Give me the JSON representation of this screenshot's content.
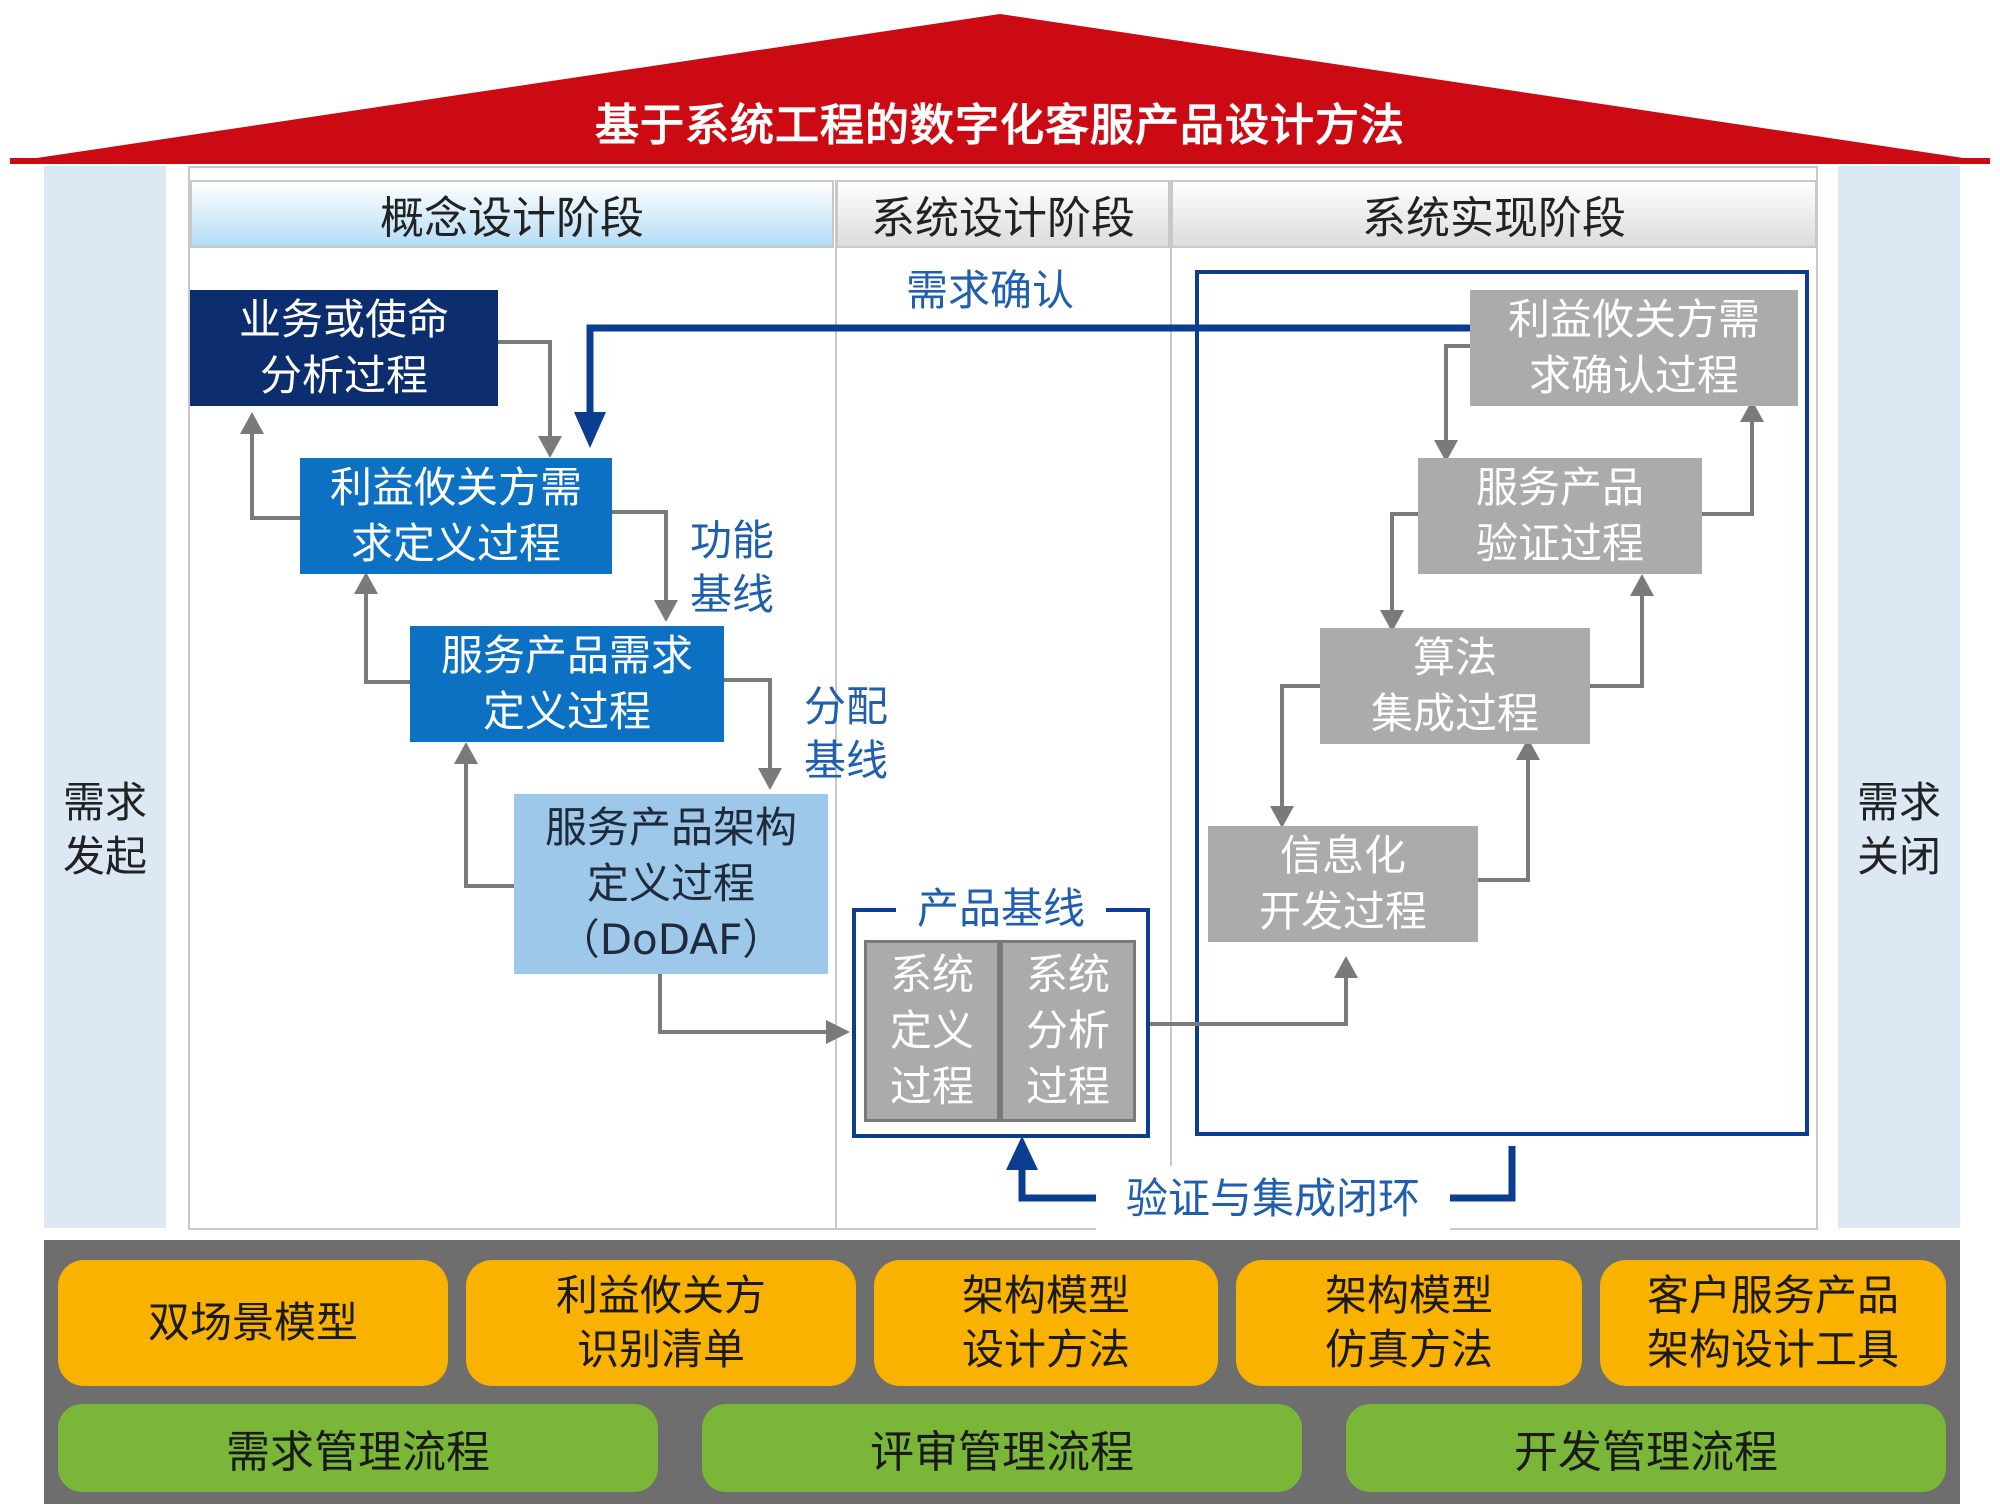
{
  "title": "基于系统工程的数字化客服产品设计方法",
  "side_left": [
    "需求",
    "发起"
  ],
  "side_right": [
    "需求",
    "关闭"
  ],
  "stages": {
    "concept": "概念设计阶段",
    "system": "系统设计阶段",
    "realize": "系统实现阶段"
  },
  "boxes": {
    "business": [
      "业务或使命",
      "分析过程"
    ],
    "stakeholder_def": [
      "利益攸关方需",
      "求定义过程"
    ],
    "product_req": [
      "服务产品需求",
      "定义过程"
    ],
    "arch_def": [
      "服务产品架构",
      "定义过程",
      "（DoDAF）"
    ],
    "sys_def": [
      "系统",
      "定义",
      "过程"
    ],
    "sys_analysis": [
      "系统",
      "分析",
      "过程"
    ],
    "stakeholder_confirm": [
      "利益攸关方需",
      "求确认过程"
    ],
    "product_verify": [
      "服务产品",
      "验证过程"
    ],
    "algorithm": [
      "算法",
      "集成过程"
    ],
    "info_dev": [
      "信息化",
      "开发过程"
    ]
  },
  "labels": {
    "req_confirm": "需求确认",
    "func_baseline": [
      "功能",
      "基线"
    ],
    "alloc_baseline": [
      "分配",
      "基线"
    ],
    "product_baseline": "产品基线",
    "verify_loop": "验证与集成闭环"
  },
  "tools": [
    [
      "双场景模型"
    ],
    [
      "利益攸关方",
      "识别清单"
    ],
    [
      "架构模型",
      "设计方法"
    ],
    [
      "架构模型",
      "仿真方法"
    ],
    [
      "客户服务产品",
      "架构设计工具"
    ]
  ],
  "processes": [
    "需求管理流程",
    "评审管理流程",
    "开发管理流程"
  ],
  "colors": {
    "roof": "#cc0a14",
    "navy": "#0d2e6e",
    "blue": "#0c71c3",
    "light_blue": "#9dc8ea",
    "gray_box": "#ababab",
    "orange": "#f9b200",
    "green": "#7ab739",
    "base": "#6e6e6e",
    "arrow_blue": "#0b3d91",
    "arrow_gray": "#7a7a7a"
  }
}
